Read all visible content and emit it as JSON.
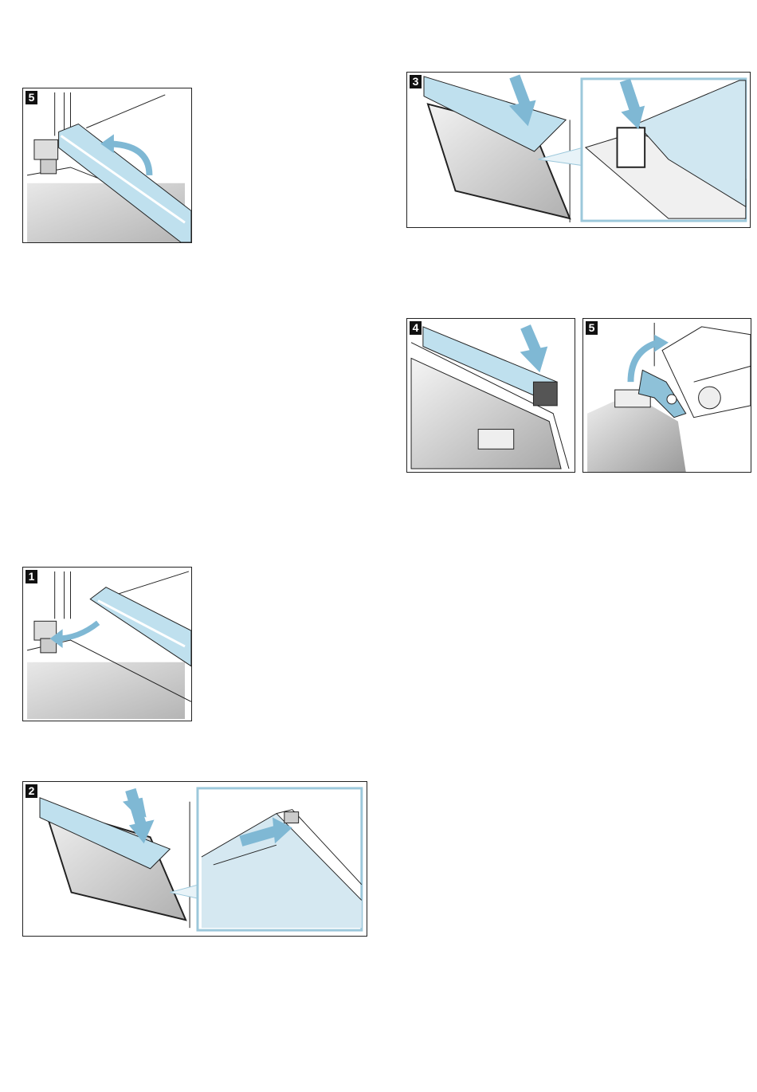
{
  "figures": [
    {
      "id": "fig-left-5",
      "step": "5"
    },
    {
      "id": "fig-left-1",
      "step": "1"
    },
    {
      "id": "fig-left-2",
      "step": "2"
    },
    {
      "id": "fig-right-3",
      "step": "3"
    },
    {
      "id": "fig-right-4",
      "step": "4"
    },
    {
      "id": "fig-right-5",
      "step": "5"
    }
  ],
  "colors": {
    "glass": "#bfe0ee",
    "arrow": "#7fb8d4",
    "line": "#222222",
    "gray": "#c9c9c9"
  }
}
